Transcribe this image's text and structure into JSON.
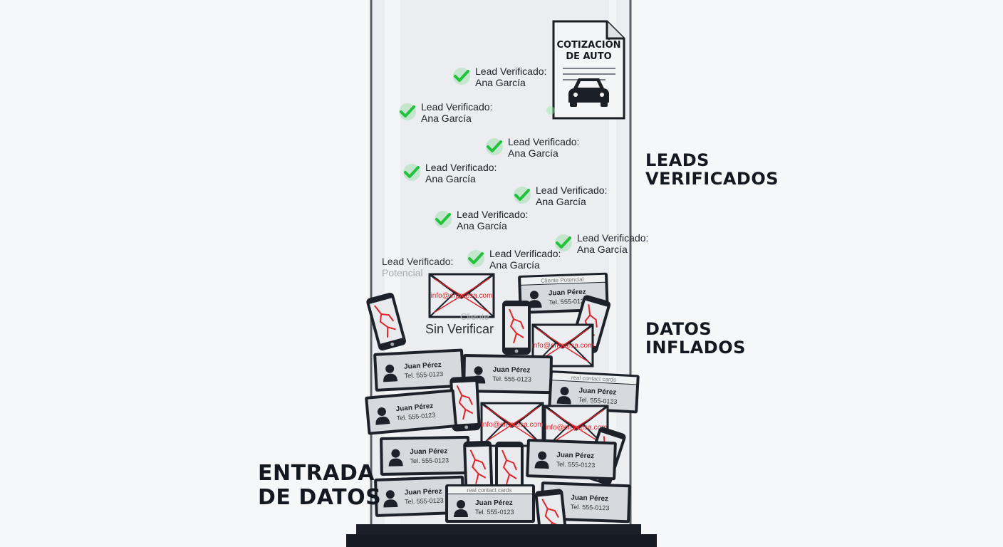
{
  "labels": {
    "top_line1": "LEADS",
    "top_line2": "VERIFICADOS",
    "middle_line1": "DATOS",
    "middle_line2": "INFLADOS",
    "bottom_line1": "ENTRADA",
    "bottom_line2": "DE DATOS"
  },
  "quote_doc": {
    "line1": "COTIZACIÓN",
    "line2": "DE AUTO"
  },
  "verified_leads": [
    {
      "label": "Lead Verificado:",
      "name": "Ana García"
    },
    {
      "label": "Lead Verificado:",
      "name": "Ana García"
    },
    {
      "label": "Lead Verificado:",
      "name": "Ana García"
    },
    {
      "label": "Lead Verificado:",
      "name": "Ana García"
    },
    {
      "label": "Lead Verificado:",
      "name": "Ana García"
    },
    {
      "label": "Lead Verificado:",
      "name": "Ana García"
    },
    {
      "label": "Lead Verificado:",
      "name": "Ana García"
    },
    {
      "label": "Lead Verificado:",
      "name": "Ana García"
    }
  ],
  "potential": {
    "label": "Lead Verificado:",
    "faded": "Potencial"
  },
  "unverified": {
    "label": "Sin Verificar",
    "ghost": "Cliente"
  },
  "contact_card": {
    "name": "Juan Pérez",
    "phone": "Tel. 555-0123"
  },
  "card_headers": {
    "potential": "Cliente Potencial",
    "real": "real contact cards",
    "real_short": "real contact cards"
  },
  "email_text": "info@empresa.com",
  "colors": {
    "check": "#22c33c",
    "crack": "#e0252a",
    "ink": "#1d222a",
    "card": "#d6d9dd",
    "glass": "#dfe2e6"
  }
}
